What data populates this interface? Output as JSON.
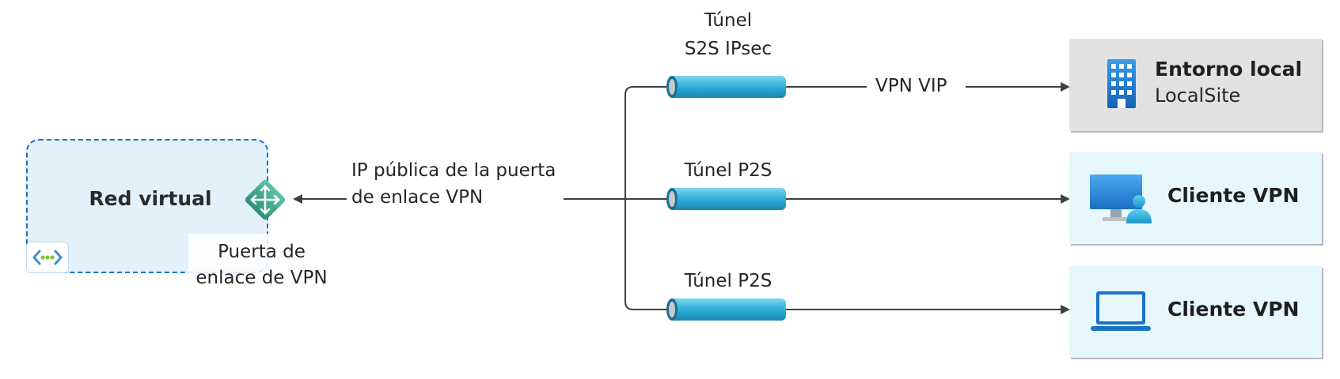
{
  "virtual_network": {
    "title": "Red virtual",
    "badge_icon": "vnet-icon"
  },
  "gateway": {
    "icon": "vpn-gateway-icon",
    "label_line1": "Puerta de",
    "label_line2": "enlace de VPN"
  },
  "public_ip": {
    "line1": "IP pública de la puerta",
    "line2": "de enlace VPN"
  },
  "tunnels": [
    {
      "label_line1": "Túnel",
      "label_line2": "S2S IPsec"
    },
    {
      "label_line1": "Túnel P2S"
    },
    {
      "label_line1": "Túnel P2S"
    }
  ],
  "vpn_vip": "VPN VIP",
  "destinations": [
    {
      "title": "Entorno local",
      "subtitle": "LocalSite",
      "icon": "building-icon"
    },
    {
      "title": "Cliente VPN",
      "icon": "desktop-user-icon"
    },
    {
      "title": "Cliente VPN",
      "icon": "laptop-icon"
    }
  ],
  "colors": {
    "vnet_fill": "#e3f1fb",
    "vnet_border": "#1a73c8",
    "tunnel": "#31b1d8",
    "line": "#404040",
    "local_fill": "#e2e2e2",
    "client_fill": "#e6f7fd",
    "gateway": "#4aa98f"
  }
}
